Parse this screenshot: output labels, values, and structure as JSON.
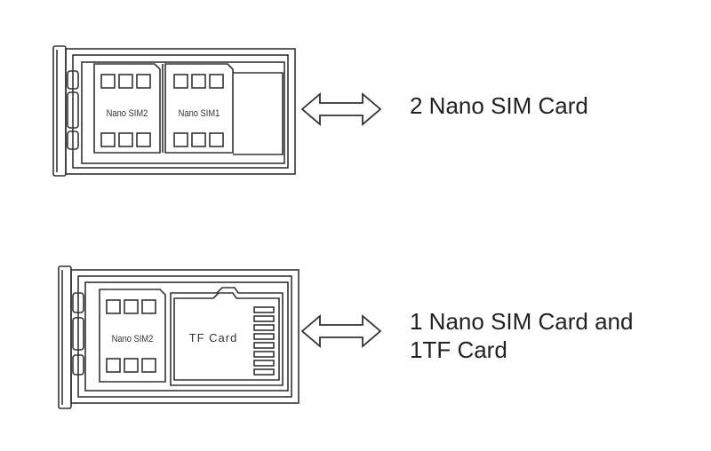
{
  "section1": {
    "slots": [
      "Nano SIM2",
      "Nano SIM1"
    ],
    "caption": "2 Nano SIM Card",
    "arrow_icon": "double-arrow-icon"
  },
  "section2": {
    "slots": [
      "Nano SIM2",
      "TF Card"
    ],
    "caption_line1": "1 Nano SIM Card and",
    "caption_line2": "1TF Card",
    "arrow_icon": "double-arrow-icon"
  },
  "colors": {
    "stroke": "#333333",
    "background": "#ffffff"
  }
}
